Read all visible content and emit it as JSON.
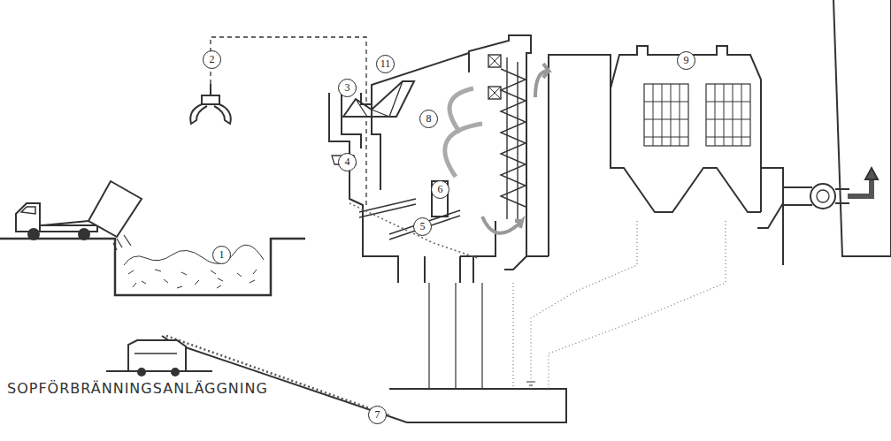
{
  "diagram": {
    "title": "SOPFÖRBRÄNNINGSANLÄGGNING",
    "labels": [
      "1",
      "2",
      "11",
      "3",
      "4",
      "6",
      "8",
      "5",
      "9",
      "7"
    ]
  }
}
